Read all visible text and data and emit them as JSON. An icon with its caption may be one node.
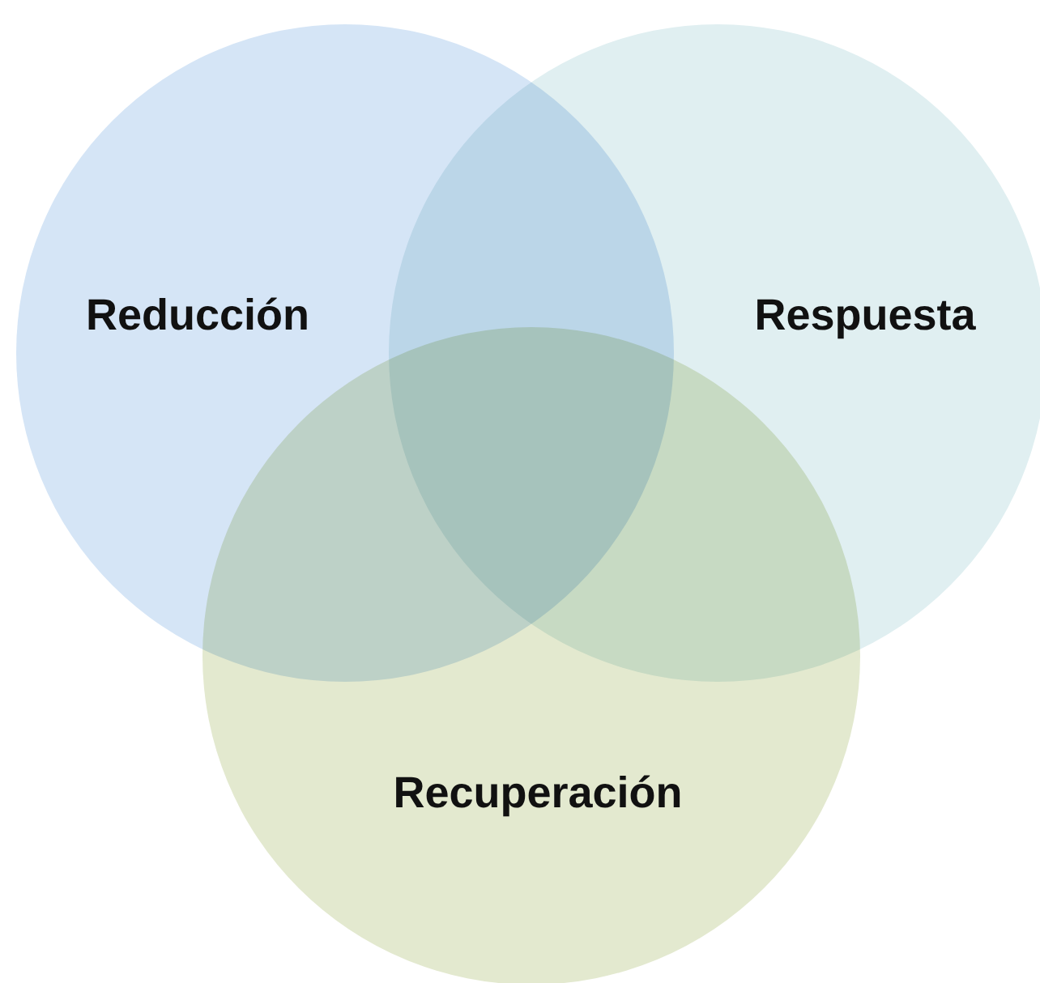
{
  "diagram": {
    "nodes": [
      {
        "text": [
          "Reducción"
        ]
      },
      {
        "text": [
          "Respuesta"
        ]
      },
      {
        "text": [
          "Recuperación"
        ]
      }
    ]
  }
}
